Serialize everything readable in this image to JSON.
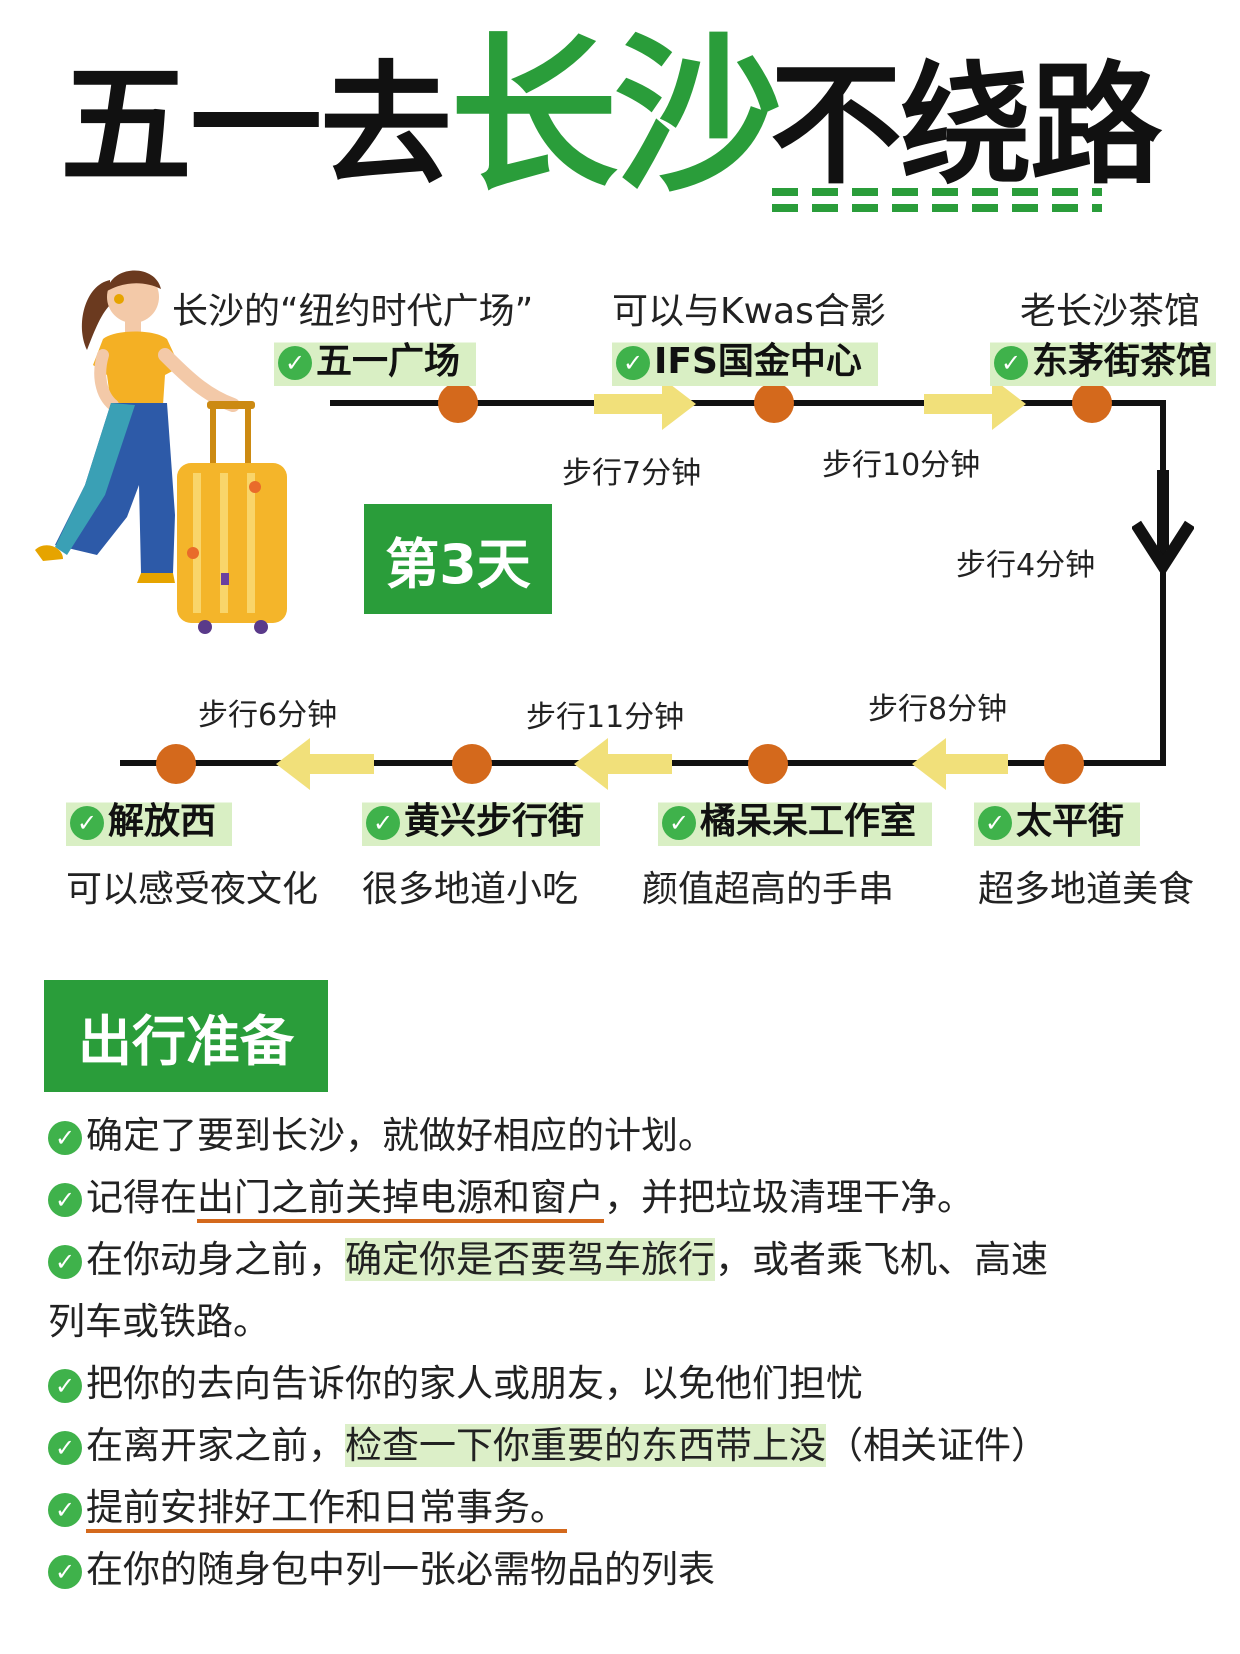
{
  "title": {
    "part1": "五一去",
    "part2": "长沙",
    "part3": "不绕路"
  },
  "day_label": "第3天",
  "route": {
    "top": [
      {
        "desc": "长沙的“纽约时代广场”",
        "name": "五一广场"
      },
      {
        "desc": "可以与Kwas合影",
        "name": "IFS国金中心"
      },
      {
        "desc": "老长沙茶馆",
        "name": "东茅街茶馆"
      }
    ],
    "bottom": [
      {
        "name": "解放西",
        "desc": "可以感受夜文化"
      },
      {
        "name": "黄兴步行街",
        "desc": "很多地道小吃"
      },
      {
        "name": "橘呆呆工作室",
        "desc": "颜值超高的手串"
      },
      {
        "name": "太平街",
        "desc": "超多地道美食"
      }
    ],
    "walks": {
      "w1": "步行7分钟",
      "w2": "步行10分钟",
      "w3": "步行4分钟",
      "w4": "步行8分钟",
      "w5": "步行11分钟",
      "w6": "步行6分钟"
    }
  },
  "prep": {
    "title": "出行准备",
    "items": {
      "i1a": "确定了要到长沙，就做好相应的计划。",
      "i2a": "记得在",
      "i2b": "出门之前关掉电源和窗户",
      "i2c": "，并把垃圾清理干净。",
      "i3a": "在你动身之前，",
      "i3b": "确定你是否要驾车旅行",
      "i3c": "，或者乘飞机、高速",
      "i3d": "列车或铁路。",
      "i4a": "把你的去向告诉你的家人或朋友，以免他们担忧",
      "i5a": "在离开家之前，",
      "i5b": "检查一下你重要的东西带上没",
      "i5c": "（相关证件）",
      "i6a": "提前安排好工作和日常事务。",
      "i7a": "在你的随身包中列一张必需物品的列表"
    }
  },
  "colors": {
    "green": "#2a9d3a",
    "orange": "#d4691c",
    "yellow": "#f1e07a",
    "highlight": "#dcefc8"
  }
}
